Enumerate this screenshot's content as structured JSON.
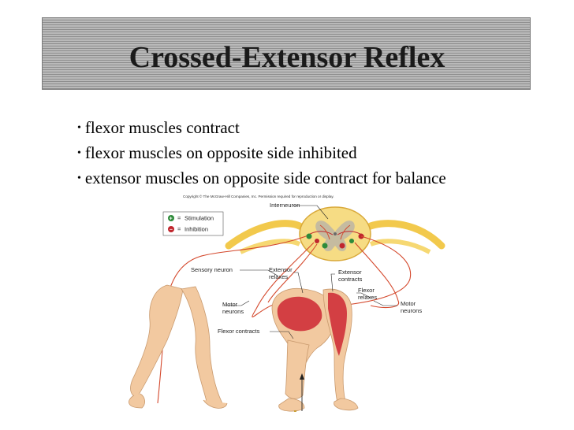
{
  "slide": {
    "title": "Crossed-Extensor Reflex",
    "bullets": [
      "flexor muscles contract",
      "flexor muscles on opposite side inhibited",
      "extensor muscles on opposite side contract for balance"
    ],
    "bullet_symbol": "•"
  },
  "figure": {
    "copyright": "Copyright © The McGraw-Hill Companies, Inc. Permission required for reproduction or display.",
    "legend": {
      "stimulation_symbol": "+",
      "stimulation_label": "Stimulation",
      "inhibition_symbol": "–",
      "inhibition_label": "Inhibition",
      "equals": "="
    },
    "labels": {
      "interneuron": "Interneuron",
      "sensory_neuron": "Sensory neuron",
      "extensor_relaxes_1": "Extensor",
      "extensor_relaxes_2": "relaxes",
      "extensor_contracts_1": "Extensor",
      "extensor_contracts_2": "contracts",
      "flexor_relaxes_1": "Flexor",
      "flexor_relaxes_2": "relaxes",
      "motor_neurons_left_1": "Motor",
      "motor_neurons_left_2": "neurons",
      "motor_neurons_right_1": "Motor",
      "motor_neurons_right_2": "neurons",
      "flexor_contracts": "Flexor contracts"
    },
    "colors": {
      "stimulation": "#2e8b3a",
      "inhibition": "#c0262d",
      "nerve": "#d4482c",
      "spinal_cord": "#f4d36a",
      "skin": "#f2c9a0",
      "muscle": "#d0303a"
    }
  }
}
